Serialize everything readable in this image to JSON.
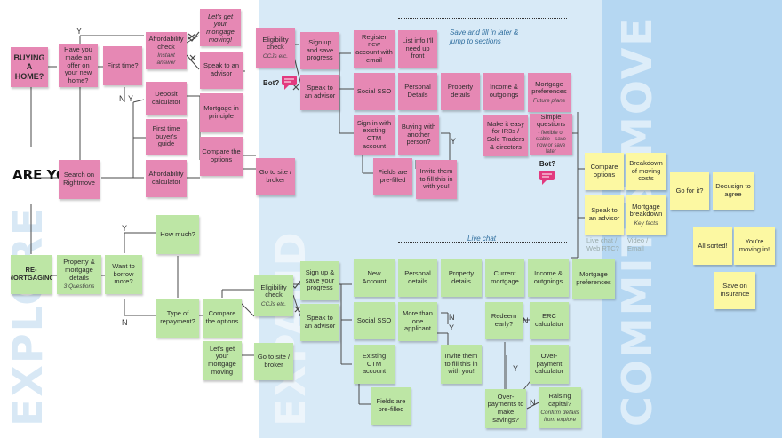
{
  "zones": {
    "explore": {
      "color": "#ffffff",
      "watermark": "EXPLORE"
    },
    "expand": {
      "color": "#d8eaf7",
      "watermark": "EXPAND"
    },
    "commit": {
      "color": "#b5d7f2",
      "watermark": "COMMIT & MOVE"
    }
  },
  "headings": {
    "are_you": "ARE YOU...",
    "save_fill_later": "Save and fill in later & jump to sections",
    "live_chat": "Live chat",
    "bot_1": "Bot?",
    "bot_2": "Bot?",
    "live_chat_web_rtc": "Live chat / Web RTC?",
    "video_email": "Video / Email"
  },
  "buying": {
    "buying_a_home": "BUYING A HOME?",
    "have_offer": "Have you made an offer on your new home?",
    "first_time": "First time?",
    "search_rightmove": "Search on Rightmove",
    "affordability_check": "Affordability check",
    "affordability_sub": "Instant answer",
    "lets_get_moving": "Let's get your mortgage moving!",
    "deposit_calculator": "Deposit calculator",
    "first_time_guide": "First time buyer's guide",
    "affordability_calculator": "Affordability calculator",
    "speak_advisor": "Speak to an advisor",
    "mortgage_principle": "Mortgage in principle",
    "compare_options": "Compare the options",
    "go_to_site": "Go to site / broker",
    "eligibility_check": "Eligibility check",
    "eligibility_sub": "CCJs etc.",
    "sign_up_save": "Sign up and save progress",
    "speak_advisor_2": "Speak to an advisor",
    "register_account": "Register new account with email",
    "list_info": "List info I'll need up front",
    "social_sso": "Social SSO",
    "personal_details": "Personal Details",
    "property_details": "Property details",
    "income_outgoings": "Income & outgoings",
    "mortgage_preferences": "Mortgage preferences",
    "mortgage_preferences_sub": "Future plans",
    "sign_in_ctm": "Sign in with existing CTM account",
    "buying_another": "Buying with another person?",
    "make_easy": "Make it easy for IR3s / Sole Traders & directors",
    "simple_questions": "Simple questions",
    "simple_questions_sub": "- flexible or stable - save now or save later",
    "fields_prefilled": "Fields are pre-filled",
    "invite_them": "Invite them to fill this in with you!"
  },
  "commit": {
    "compare_options": "Compare options",
    "breakdown_moving": "Breakdown of moving costs",
    "speak_advisor": "Speak to an advisor",
    "mortgage_breakdown": "Mortgage breakdown",
    "mortgage_breakdown_sub": "Key facts",
    "go_for_it": "Go for it?",
    "docusign": "Docusign to agree",
    "all_sorted": "All sorted!",
    "moving_in": "You're moving in!",
    "save_insurance": "Save on insurance"
  },
  "remortgage": {
    "re_mortgaging": "RE-MORTGAGING",
    "property_mortgage_details": "Property & mortgage details",
    "property_mortgage_sub": "3 Questions",
    "want_borrow": "Want to borrow more?",
    "how_much": "How much?",
    "type_repayment": "Type of repayment?",
    "compare_options": "Compare the options",
    "lets_get_moving": "Let's get your mortgage moving",
    "eligibility_check": "Eligibility check",
    "eligibility_sub": "CCJs etc.",
    "sign_up_save": "Sign up & save your progress",
    "speak_advisor": "Speak to an advisor",
    "go_to_site": "Go to site / broker",
    "new_account": "New Account",
    "social_sso": "Social SSO",
    "existing_ctm": "Existing CTM account",
    "fields_prefilled": "Fields are pre-filled",
    "personal_details": "Personal details",
    "more_than_one": "More than one applicant",
    "property_details": "Property details",
    "invite_them": "Invite them to fill this in with you!",
    "current_mortgage": "Current mortgage",
    "redeem_early": "Redeem early?",
    "income_outgoings": "Income & outgoings",
    "erc_calculator": "ERC calculator",
    "overpayment_calculator": "Over-payment calculator",
    "overpayments_savings": "Over-payments to make savings?",
    "raising_capital": "Raising capital?",
    "raising_capital_sub": "Confirm details from explore",
    "mortgage_preferences": "Mortgage preferences"
  },
  "branch_labels": {
    "y1": "Y",
    "n1": "N",
    "y2": "Y",
    "y3": "Y",
    "n2": "N",
    "n3": "N",
    "y4": "Y",
    "y5": "Y",
    "n4": "N",
    "y6": "Y",
    "n5": "N"
  }
}
